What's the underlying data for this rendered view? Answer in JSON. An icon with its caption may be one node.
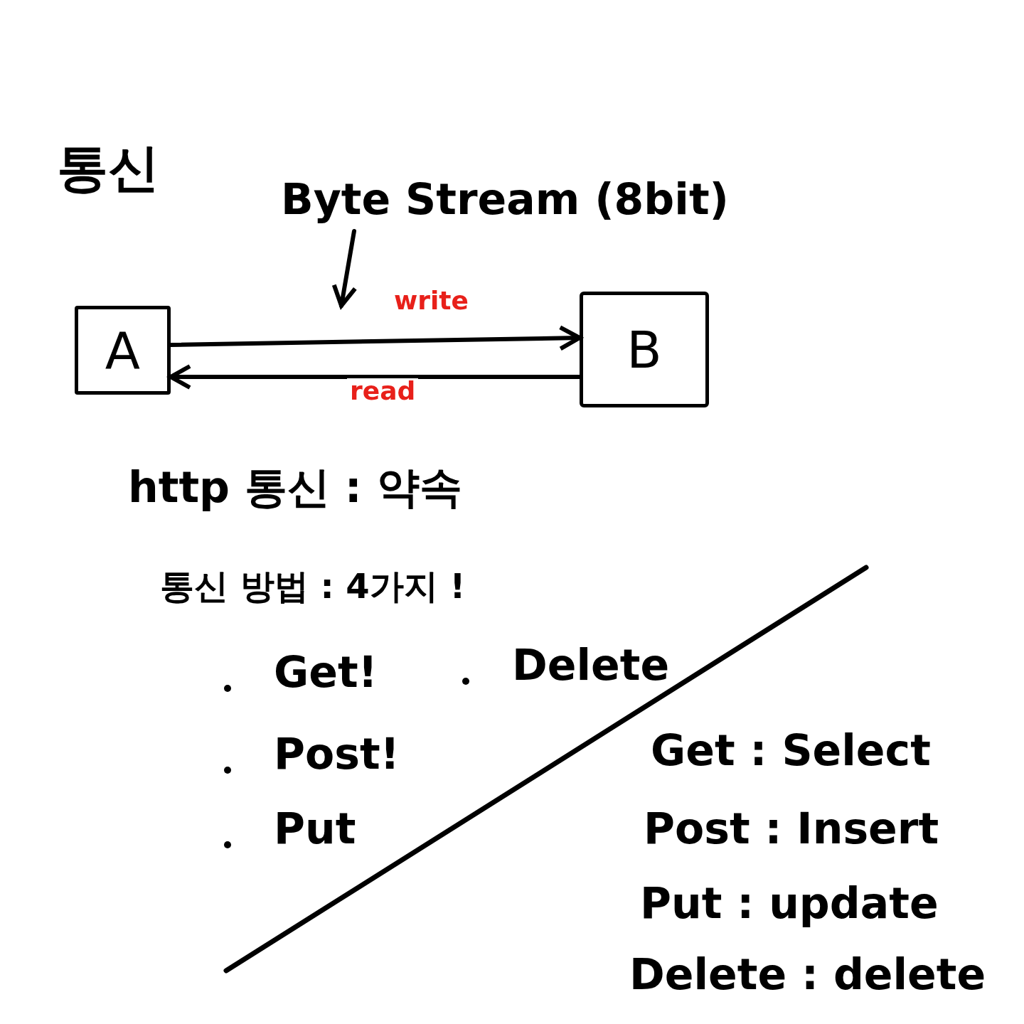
{
  "diagram": {
    "title": "통신",
    "nodes": [
      {
        "text": [
          "A"
        ]
      },
      {
        "text": [
          "B"
        ]
      },
      {
        "text": [
          "Byte Stream (8bit)"
        ]
      }
    ],
    "edges": [
      {
        "from": 0,
        "to": 1,
        "arrow": "to",
        "label": "write"
      },
      {
        "from": 1,
        "to": 0,
        "arrow": "to",
        "label": "read"
      },
      {
        "from": 2,
        "to": null,
        "arrow": "to"
      }
    ],
    "labels": [
      "http 통신 : 약속",
      "통신 방법 : 4가지 !",
      "Get!",
      "Delete",
      "Post!",
      "Put",
      "Get : Select",
      "Post : Insert",
      "Put : update",
      "Delete : delete"
    ]
  }
}
